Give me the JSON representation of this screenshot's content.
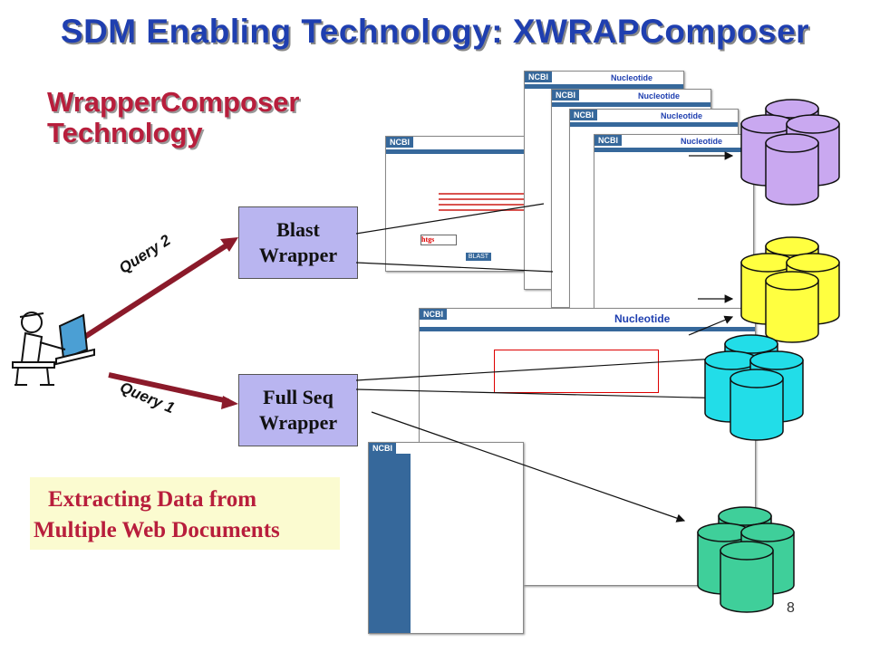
{
  "slide": {
    "title": "SDM Enabling Technology: XWRAPComposer",
    "subtitle_line1": "WrapperComposer",
    "subtitle_line2": "Technology",
    "page_number": "8"
  },
  "wrappers": {
    "blast": {
      "line1": "Blast",
      "line2": "Wrapper"
    },
    "fullseq": {
      "line1": "Full Seq",
      "line2": "Wrapper"
    }
  },
  "queries": {
    "q2": "Query 2",
    "q1": "Query 1"
  },
  "caption": {
    "line1": "Extracting Data from",
    "line2": "Multiple Web Documents"
  },
  "screens": {
    "brand": "NCBI",
    "nucleotide": "Nucleotide",
    "blast_button": "BLAST",
    "htgs_value": "htgs"
  },
  "colors": {
    "title": "#1f3fb0",
    "subtitle": "#b81e3c",
    "wrapper_fill": "#b9b5f0",
    "arrow": "#8b1a2a",
    "db_purple": "#c9a8f0",
    "db_yellow": "#ffff40",
    "db_cyan": "#22dde8",
    "db_green": "#3fcf9a",
    "caption_bg": "#fbfbd0"
  },
  "icons": [
    "user-at-computer-icon",
    "database-cylinder-icon"
  ]
}
